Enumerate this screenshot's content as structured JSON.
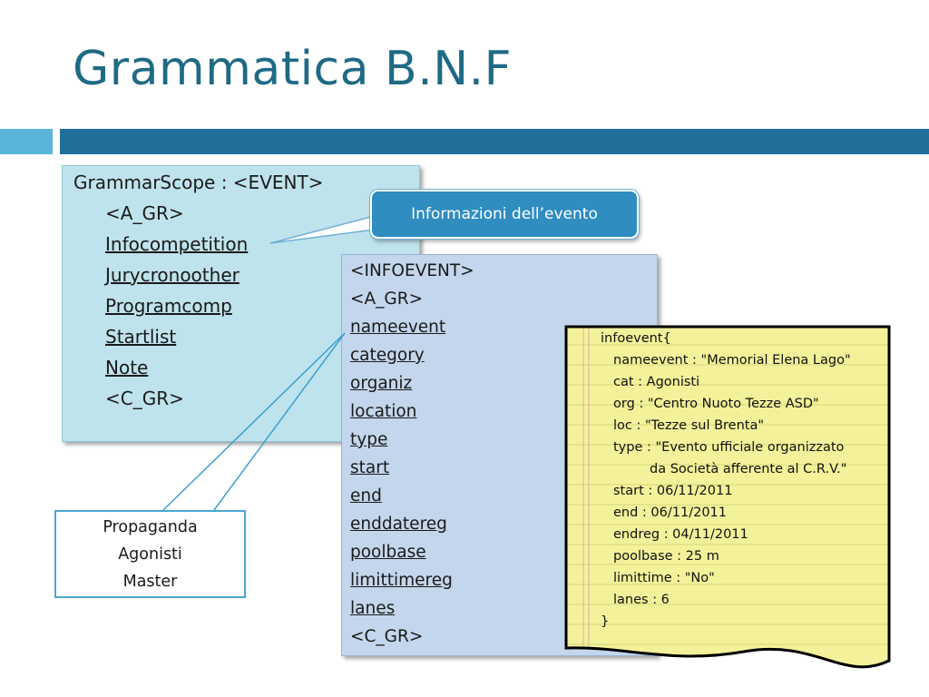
{
  "title": "Grammatica B.N.F",
  "grammar_box": {
    "header": "GrammarScope : <EVENT>",
    "items": [
      "<A_GR>",
      "Infocompetition",
      "Jurycronoother",
      "Programcomp",
      "Startlist",
      "Note",
      "<C_GR>"
    ]
  },
  "callout": "Informazioni dell’evento",
  "info_box": {
    "header": "<INFOEVENT>",
    "items": [
      "<A_GR>",
      "nameevent",
      "category",
      "organiz",
      "location",
      "type",
      "start",
      "end",
      "enddatereg",
      "poolbase",
      "limittimereg",
      "lanes",
      "<C_GR>"
    ]
  },
  "legend_box": [
    "Propaganda",
    "Agonisti",
    "Master"
  ],
  "note": {
    "lines": [
      "infoevent{",
      "nameevent : \"Memorial Elena Lago\"",
      "cat : Agonisti",
      "org : \"Centro Nuoto Tezze ASD\"",
      "loc : \"Tezze sul Brenta\"",
      "type : \"Evento ufficiale organizzato",
      "da Società afferente al C.R.V.\"",
      "start : 06/11/2011",
      "end : 06/11/2011",
      "endreg : 04/11/2011",
      "poolbase : 25 m",
      "limittime : \"No\"",
      "lanes : 6",
      "}"
    ]
  },
  "colors": {
    "title": "#1f6a85",
    "band_dark": "#1f6f9a",
    "band_light": "#5bb5d9",
    "grammar_bg": "#bfe3ec",
    "info_bg": "#c3d6ec",
    "callout_bg": "#2f8dc0",
    "note_bg": "#f3f29a"
  }
}
